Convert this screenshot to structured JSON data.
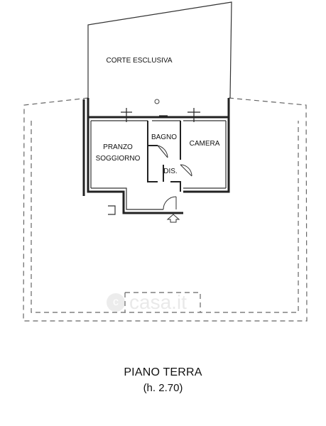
{
  "rooms": {
    "corte": "CORTE ESCLUSIVA",
    "pranzo_line1": "PRANZO",
    "pranzo_line2": "SOGGIORNO",
    "bagno": "BAGNO",
    "camera": "CAMERA",
    "dis": "DIS."
  },
  "caption": {
    "title": "PIANO TERRA",
    "height": "(h. 2.70)"
  },
  "watermark": {
    "brand": "casa.it"
  }
}
